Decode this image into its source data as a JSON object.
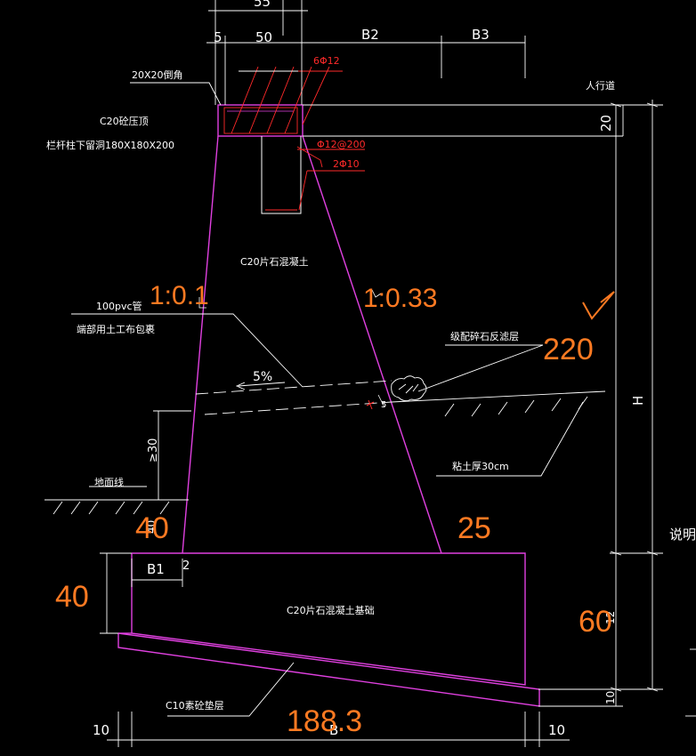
{
  "colors": {
    "background": "#000000",
    "wall_outline": "#e040e0",
    "dimension": "#ffffff",
    "rebar": "#ff2a2a",
    "annotation": "#ff7a22"
  },
  "top_dims": {
    "d55": "55",
    "d5": "5",
    "d50": "50",
    "b2": "B2",
    "b3": "B3"
  },
  "labels": {
    "chamfer": "20X20倒角",
    "rebar_6": "6Φ12",
    "sidewalk": "人行道",
    "cap_concrete": "C20砼压顶",
    "post_hole": "栏杆柱下留洞180X180X200",
    "rebar_spacing": "Φ12@200",
    "rebar_2": "2Φ10",
    "wall_concrete": "C20片石混凝土",
    "pipe": "100pvc管",
    "pipe_wrap": "端部用土工布包裹",
    "filter": "级配碎石反滤层",
    "slope_pct": "5%",
    "ground_line": "地面线",
    "clay": "粘土厚30cm",
    "footing": "C20片石混凝土基础",
    "cushion": "C10素砼垫层",
    "notes": "说明"
  },
  "dims": {
    "d20": "20",
    "h": "H",
    "d30": "≥30",
    "b1": "B1",
    "d2": "2",
    "d12": "12",
    "d10_right": "10",
    "b": "B",
    "d10_left": "10",
    "d10_bottom": "10",
    "d40_small": "40",
    "d5_slope": "5"
  },
  "annotations": {
    "front_slope": "1:0.1",
    "back_slope": "1:0.33",
    "height_220": "220",
    "footing_40_left": "40",
    "toe_40": "40",
    "heel_25": "25",
    "footing_60": "60",
    "width_188": "188.3"
  }
}
